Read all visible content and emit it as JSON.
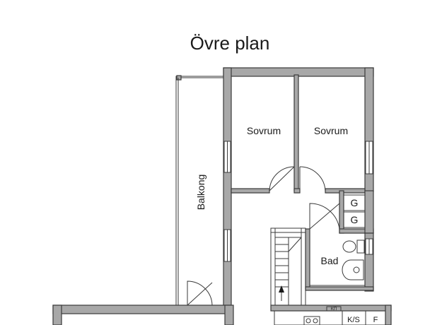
{
  "title": "Övre plan",
  "rooms": {
    "bedroom_left": "Sovrum",
    "bedroom_right": "Sovrum",
    "balcony": "Balkong",
    "bathroom": "Bad",
    "closet_upper": "G",
    "closet_lower": "G",
    "kitchen_ks": "K/S",
    "kitchen_f": "F",
    "appliance_mark": "ΚΠ"
  }
}
